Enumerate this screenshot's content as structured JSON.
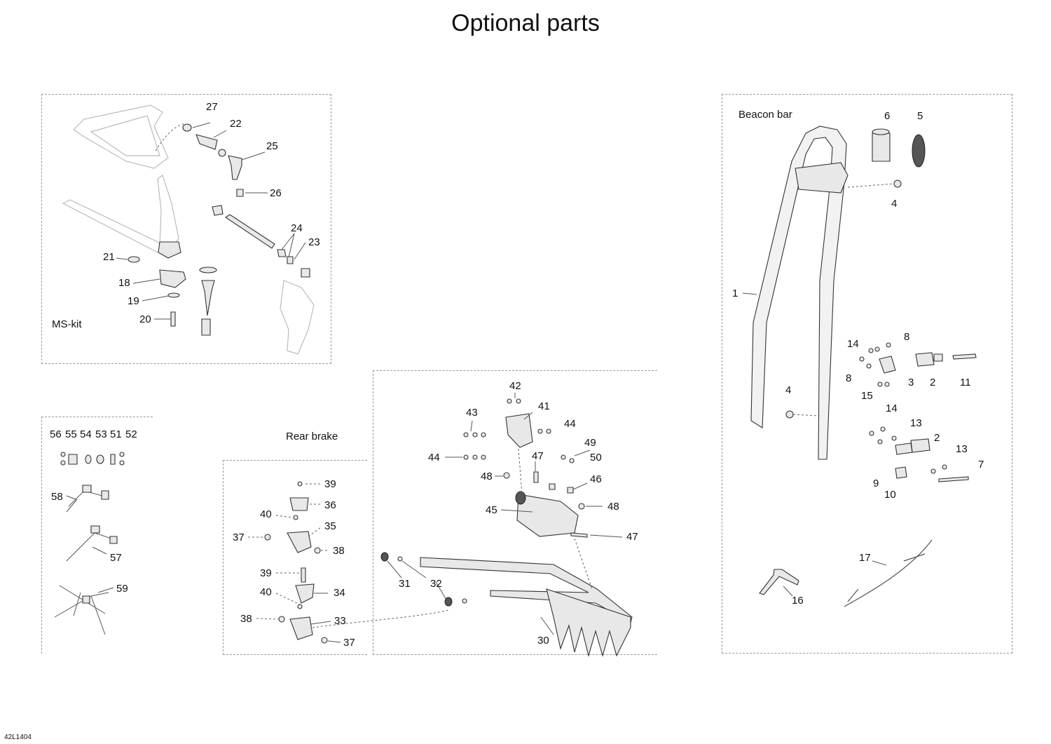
{
  "title": "Optional parts",
  "sections": {
    "ms_kit": "MS-kit",
    "rear_brake": "Rear brake",
    "beacon_bar": "Beacon bar"
  },
  "drawing_code": "42L1404",
  "callouts": {
    "c27": "27",
    "c22": "22",
    "c25": "25",
    "c26": "26",
    "c24": "24",
    "c23": "23",
    "c21": "21",
    "c18": "18",
    "c19": "19",
    "c20": "20",
    "c6": "6",
    "c5": "5",
    "c4a": "4",
    "c1": "1",
    "c8a": "8",
    "c14a": "14",
    "c8b": "8",
    "c3": "3",
    "c2a": "2",
    "c11": "11",
    "c15": "15",
    "c4b": "4",
    "c14b": "14",
    "c13a": "13",
    "c2b": "2",
    "c13b": "13",
    "c7": "7",
    "c9": "9",
    "c10": "10",
    "c17": "17",
    "c16": "16",
    "c56": "56",
    "c55": "55",
    "c54": "54",
    "c53": "53",
    "c51": "51",
    "c52": "52",
    "c58": "58",
    "c57": "57",
    "c59": "59",
    "c39a": "39",
    "c36": "36",
    "c40a": "40",
    "c35": "35",
    "c37a": "37",
    "c38a": "38",
    "c39b": "39",
    "c40b": "40",
    "c34": "34",
    "c38b": "38",
    "c33": "33",
    "c37b": "37",
    "c42": "42",
    "c43": "43",
    "c41": "41",
    "c44a": "44",
    "c44b": "44",
    "c49": "49",
    "c47a": "47",
    "c50": "50",
    "c48a": "48",
    "c46": "46",
    "c45": "45",
    "c48b": "48",
    "c47b": "47",
    "c31": "31",
    "c32": "32",
    "c30": "30"
  }
}
